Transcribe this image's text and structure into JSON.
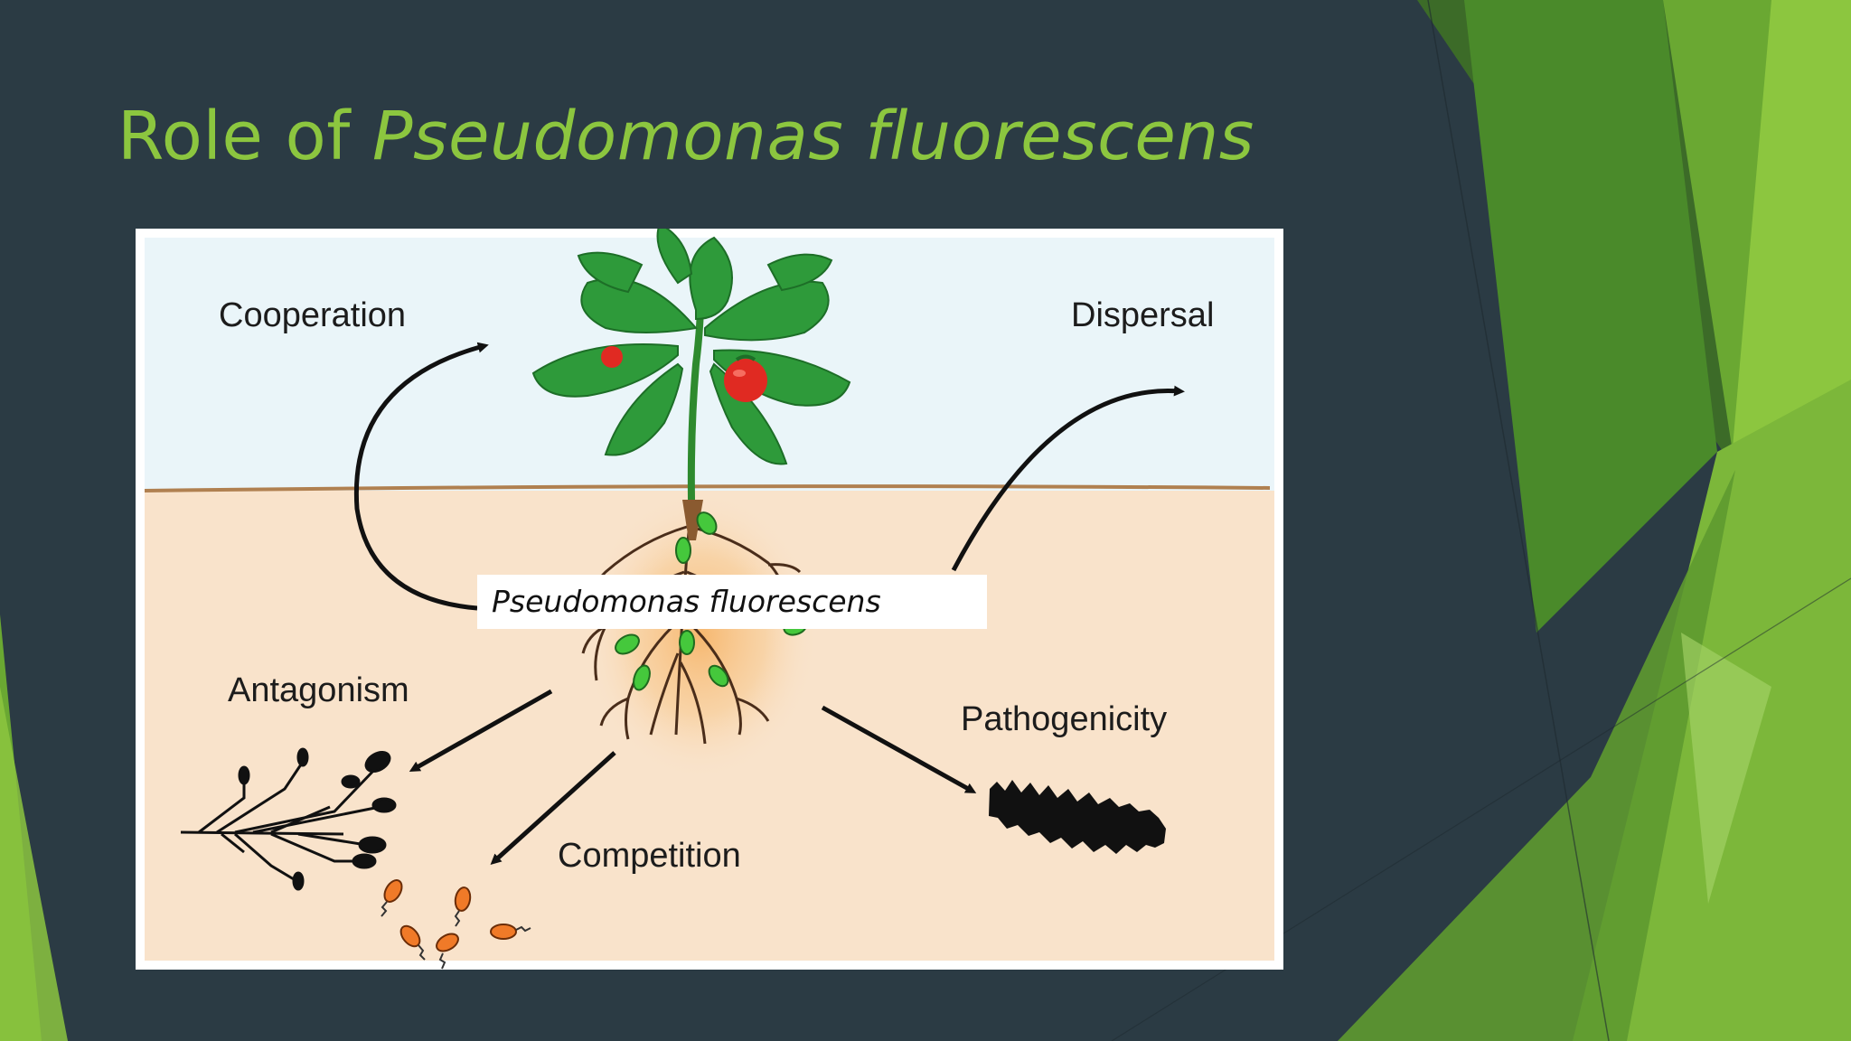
{
  "slide": {
    "title_prefix": "Role of",
    "title_italic": "Pseudomonas fluorescens"
  },
  "figure": {
    "labels": {
      "cooperation": "Cooperation",
      "dispersal": "Dispersal",
      "antagonism": "Antagonism",
      "pathogenicity": "Pathogenicity",
      "competition": "Competition"
    },
    "caption": "Pseudomonas fluorescens"
  },
  "colors": {
    "background": "#2b3b44",
    "title": "#8cc63f",
    "sky": "#eaf5f9",
    "soil": "#f9e3cb",
    "leaf": "#2e9a3a",
    "tomato": "#e02a22",
    "bacteria": "#45c83c",
    "spore": "#f07a28"
  }
}
